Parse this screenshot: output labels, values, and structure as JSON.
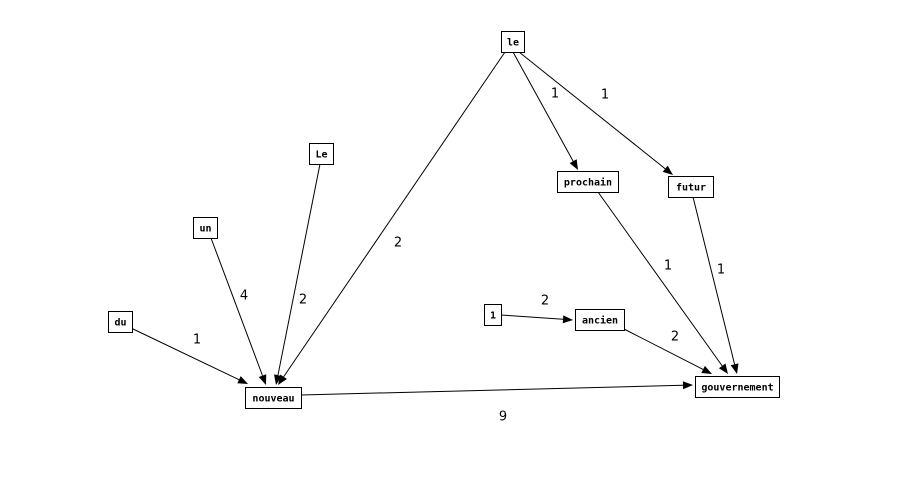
{
  "graph": {
    "nodes": [
      {
        "id": "le",
        "label": "le"
      },
      {
        "id": "Le",
        "label": "Le"
      },
      {
        "id": "un",
        "label": "un"
      },
      {
        "id": "du",
        "label": "du"
      },
      {
        "id": "nouveau",
        "label": "nouveau"
      },
      {
        "id": "prochain",
        "label": "prochain"
      },
      {
        "id": "futur",
        "label": "futur"
      },
      {
        "id": "one",
        "label": "1"
      },
      {
        "id": "ancien",
        "label": "ancien"
      },
      {
        "id": "gouvernement",
        "label": "gouvernement"
      }
    ],
    "edges": [
      {
        "from": "le",
        "to": "nouveau",
        "weight": "2"
      },
      {
        "from": "le",
        "to": "prochain",
        "weight": "1"
      },
      {
        "from": "le",
        "to": "futur",
        "weight": "1"
      },
      {
        "from": "Le",
        "to": "nouveau",
        "weight": "2"
      },
      {
        "from": "un",
        "to": "nouveau",
        "weight": "4"
      },
      {
        "from": "du",
        "to": "nouveau",
        "weight": "1"
      },
      {
        "from": "nouveau",
        "to": "gouvernement",
        "weight": "9"
      },
      {
        "from": "prochain",
        "to": "gouvernement",
        "weight": "1"
      },
      {
        "from": "futur",
        "to": "gouvernement",
        "weight": "1"
      },
      {
        "from": "one",
        "to": "ancien",
        "weight": "2"
      },
      {
        "from": "ancien",
        "to": "gouvernement",
        "weight": "2"
      }
    ]
  }
}
